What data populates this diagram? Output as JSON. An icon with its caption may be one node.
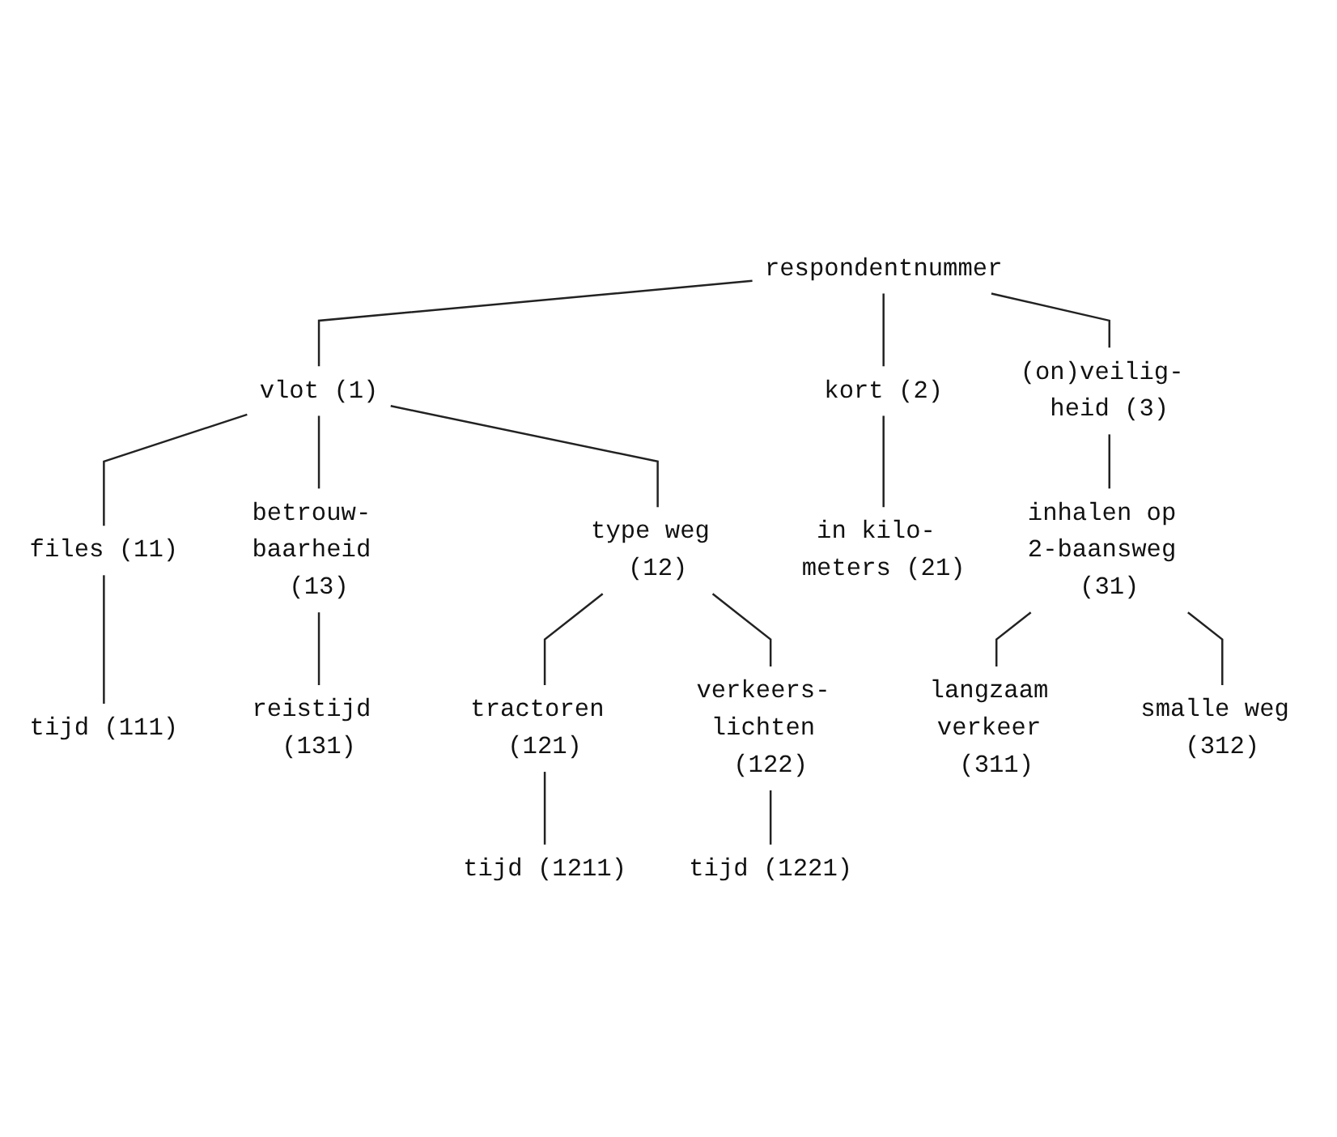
{
  "diagram": {
    "nodes": [
      {
        "text": [
          "respondentnummer"
        ]
      },
      {
        "text": [
          "vlot (1)"
        ]
      },
      {
        "text": [
          "kort (2)"
        ]
      },
      {
        "text": [
          "(on)veilig- heid (3)"
        ]
      },
      {
        "text": [
          "files (11)"
        ]
      },
      {
        "text": [
          "type weg (12)"
        ]
      },
      {
        "text": [
          "betrouw- baarheid (13)"
        ]
      },
      {
        "text": [
          "tijd (111)"
        ]
      },
      {
        "text": [
          "reistijd (131)"
        ]
      },
      {
        "text": [
          "tractoren (121)"
        ]
      },
      {
        "text": [
          "verkeers- lichten (122)"
        ]
      },
      {
        "text": [
          "tijd (1211)"
        ]
      },
      {
        "text": [
          "tijd (1221)"
        ]
      },
      {
        "text": [
          "in kilo- meters (21)"
        ]
      },
      {
        "text": [
          "inhalen op 2-baansweg (31)"
        ]
      },
      {
        "text": [
          "langzaam verkeer (311)"
        ]
      },
      {
        "text": [
          "smalle weg (312)"
        ]
      }
    ],
    "edges": [
      {
        "from": 0,
        "to": 1,
        "arrow": "none"
      },
      {
        "from": 0,
        "to": 2,
        "arrow": "none"
      },
      {
        "from": 0,
        "to": 3,
        "arrow": "none"
      },
      {
        "from": 1,
        "to": 4,
        "arrow": "none"
      },
      {
        "from": 1,
        "to": 5,
        "arrow": "none"
      },
      {
        "from": 1,
        "to": 6,
        "arrow": "none"
      },
      {
        "from": 4,
        "to": 7,
        "arrow": "none"
      },
      {
        "from": 6,
        "to": 8,
        "arrow": "none"
      },
      {
        "from": 5,
        "to": 9,
        "arrow": "none"
      },
      {
        "from": 5,
        "to": 10,
        "arrow": "none"
      },
      {
        "from": 9,
        "to": 11,
        "arrow": "none"
      },
      {
        "from": 10,
        "to": 12,
        "arrow": "none"
      },
      {
        "from": 2,
        "to": 13,
        "arrow": "none"
      },
      {
        "from": 3,
        "to": 14,
        "arrow": "none"
      },
      {
        "from": 14,
        "to": 15,
        "arrow": "none"
      },
      {
        "from": 14,
        "to": 16,
        "arrow": "none"
      }
    ]
  }
}
